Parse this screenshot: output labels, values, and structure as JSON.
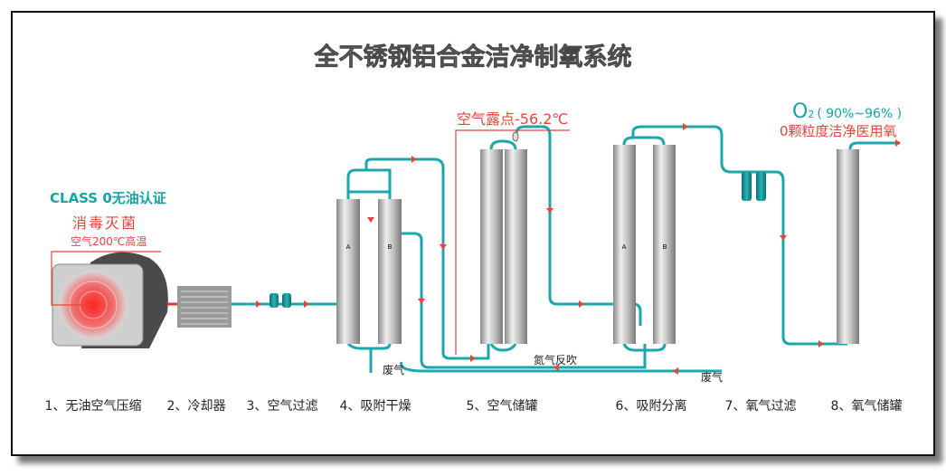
{
  "title": "全不锈钢铝合金洁净制氧系统",
  "compressor": {
    "class_label": "CLASS 0无油认证",
    "disinfect": "消毒灭菌",
    "temp": "空气200℃高温"
  },
  "dew_point": "空气露点-56.2℃",
  "oxygen": {
    "symbol": "O",
    "sub": "2",
    "purity": "( 90%~96% )",
    "desc": "0颗粒度洁净医用氧"
  },
  "tank_letters": {
    "a": "A",
    "b": "B"
  },
  "flow_labels": {
    "exhaust1": "废气",
    "exhaust2": "废气",
    "nitrogen_backflush": "氮气反吹"
  },
  "steps": [
    "1、无油空气压缩",
    "2、冷却器",
    "3、空气过滤",
    "4、吸附干燥",
    "5、空气储罐",
    "6、吸附分离",
    "7、氧气过滤",
    "8、氧气储罐"
  ],
  "colors": {
    "pipe": "#1ba7ab",
    "accent_red": "#e2463c",
    "teal_text": "#17a3a3"
  }
}
